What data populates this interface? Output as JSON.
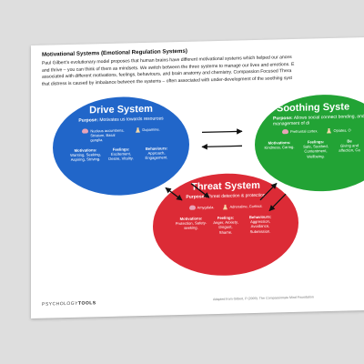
{
  "document": {
    "title": "Motivational Systems (Emotional Regulation Systems)",
    "intro_lines": [
      "Paul Gilbert's evolutionary model proposes that human brains have different motivational systems which helped our ances",
      "and thrive – you can think of them as mindsets. We switch between the three systems to manage our lives and emotions. E",
      "associated with different motivations, feelings, behaviours, and brain anatomy and chemistry.  Compassion Focused Thera",
      "that distress is caused by imbalance between the systems – often associated with under-development of the soothing syst"
    ]
  },
  "systems": {
    "drive": {
      "name": "Drive System",
      "purpose_label": "Purpose:",
      "purpose": "Motivates us towards resources",
      "brain_areas": "Nucleus accumbens, Striatum, Basal ganglia.",
      "chemicals": "Dopamine.",
      "motivations_label": "Motivations:",
      "motivations": "Wanting, Seeking, Aspiring, Striving.",
      "feelings_label": "Feelings:",
      "feelings": "Excitement, Desire, Vitality.",
      "behaviours_label": "Behaviours:",
      "behaviours": "Approach, Engagement.",
      "color": "#2166c9"
    },
    "soothing": {
      "name": "Soothing Syste",
      "purpose_label": "Purpose:",
      "purpose": "Allows social connect bonding, and management of di",
      "brain_areas": "Prefrontal cortex.",
      "chemicals": "Opiates, O",
      "motivations_label": "Motivations:",
      "motivations": "Kindness, Caring.",
      "feelings_label": "Feelings:",
      "feelings": "Safe, Soothed, Contentment, Wellbeing.",
      "behaviours_label": "Be",
      "behaviours": "Giving and affection, Ca",
      "color": "#22a335"
    },
    "threat": {
      "name": "Threat System",
      "purpose_label": "Purpose:",
      "purpose": "Threat detection & protection",
      "brain_areas": "Amygdala.",
      "chemicals": "Adrenaline, Cortisol.",
      "motivations_label": "Motivations:",
      "motivations": "Protection, Safety-seeking.",
      "feelings_label": "Feelings:",
      "feelings": "Anger, Anxiety, Disgust, Shame.",
      "behaviours_label": "Behaviours:",
      "behaviours": "Aggression, Avoidance, Submission.",
      "color": "#dc2b36"
    }
  },
  "footer": {
    "brand_a": "PSYCHOLOGY",
    "brand_b": "TOOLS",
    "copyright": "Adapted from Gilbert, P (2009). The Compassionate Mind Foundation"
  }
}
